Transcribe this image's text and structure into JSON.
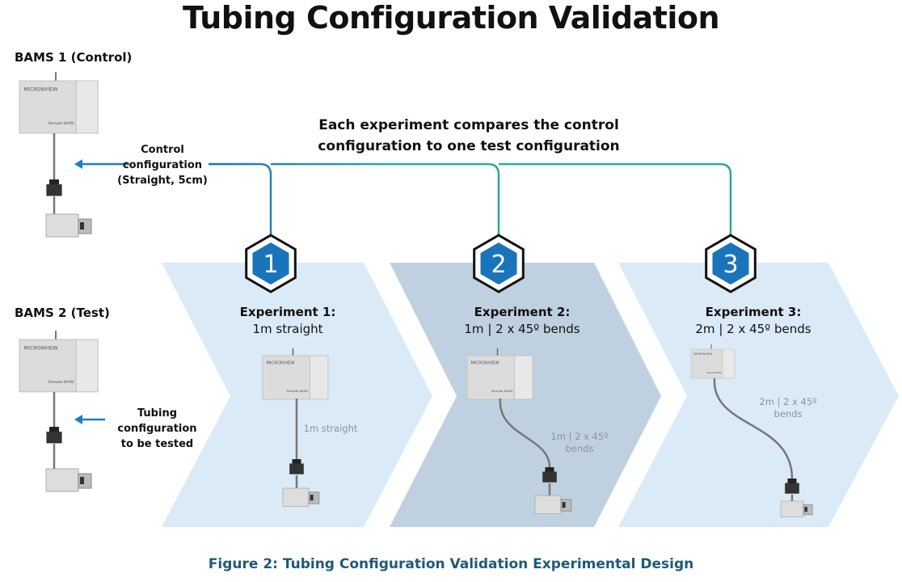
{
  "title": "Tubing Configuration Validation",
  "headline": [
    "Each experiment compares the control",
    "configuration to one test configuration"
  ],
  "bams1": {
    "heading": "BAMS 1 (Control)",
    "note": [
      "Control",
      "configuration",
      "(Straight, 5cm)"
    ]
  },
  "bams2": {
    "heading": "BAMS 2 (Test)",
    "note": [
      "Tubing",
      "configuration",
      "to be tested"
    ]
  },
  "device_brand": "MICRONVIEW",
  "device_model": "Remote BAMS",
  "experiments": [
    {
      "number": "1",
      "title": "Experiment 1:",
      "subtitle": "1m straight",
      "tube_label": [
        "1m straight"
      ]
    },
    {
      "number": "2",
      "title": "Experiment 2:",
      "subtitle": "1m | 2 x 45º bends",
      "tube_label": [
        "1m | 2 x 45º",
        "bends"
      ]
    },
    {
      "number": "3",
      "title": "Experiment 3:",
      "subtitle": "2m | 2 x 45º bends",
      "tube_label": [
        "2m | 2 x 45º",
        "bends"
      ]
    }
  ],
  "caption": "Figure 2: Tubing Configuration Validation Experimental Design",
  "colors": {
    "chevron_light": "#dbeaf7",
    "chevron_dark": "#bfd1e0",
    "badge": "#1a74b9",
    "connector": "#2aa9a0",
    "arrow": "#1e7fc0",
    "caption": "#1f5a78"
  }
}
